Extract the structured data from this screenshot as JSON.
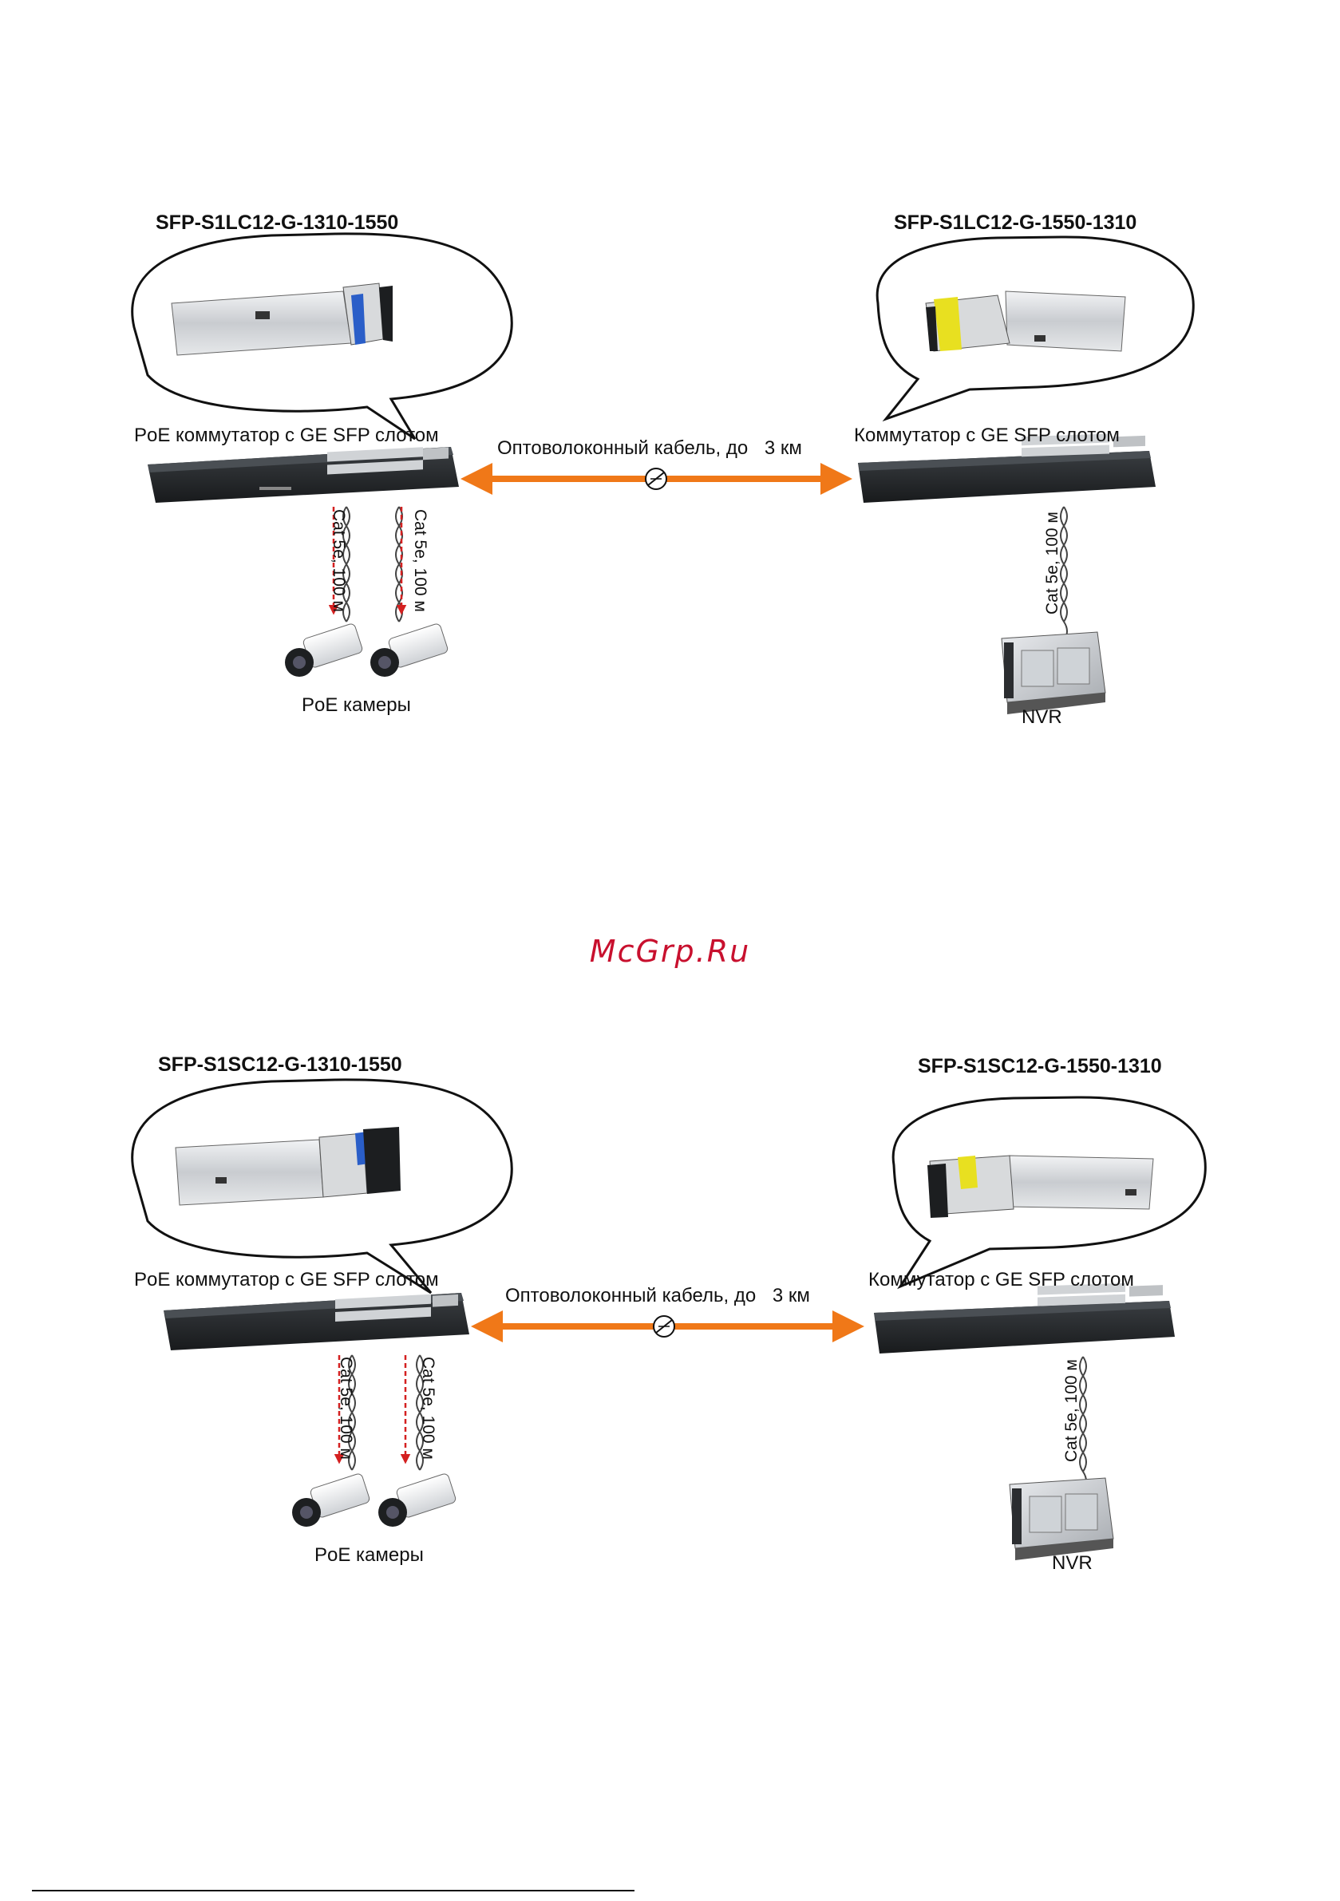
{
  "watermark": "McGrp.Ru",
  "diagrams": [
    {
      "left_module": "SFP-S1LC12-G-1310-1550",
      "right_module": "SFP-S1LC12-G-1550-1310",
      "left_switch": "PoE коммутатор с GE SFP слотом",
      "right_switch": "Коммутатор с GE SFP слотом",
      "fiber_label": "Оптоволоконный кабель, до",
      "fiber_distance": "3 км",
      "cable_label": "Cat 5e, 100 м",
      "cameras_label": "PoE камеры",
      "nvr_label": "NVR"
    },
    {
      "left_module": "SFP-S1SC12-G-1310-1550",
      "right_module": "SFP-S1SC12-G-1550-1310",
      "left_switch": "PoE коммутатор с GE SFP слотом",
      "right_switch": "Коммутатор с GE SFP слотом",
      "fiber_label": "Оптоволоконный кабель, до",
      "fiber_distance": "3 км",
      "cable_label": "Cat 5e, 100 м",
      "cameras_label": "PoE камеры",
      "nvr_label": "NVR"
    }
  ],
  "colors": {
    "fiber": "#f07818",
    "poe_arrow": "#d42020",
    "switch_body": "#26292c",
    "blue_latch": "#2a5ec8",
    "yellow_latch": "#e8e020"
  }
}
